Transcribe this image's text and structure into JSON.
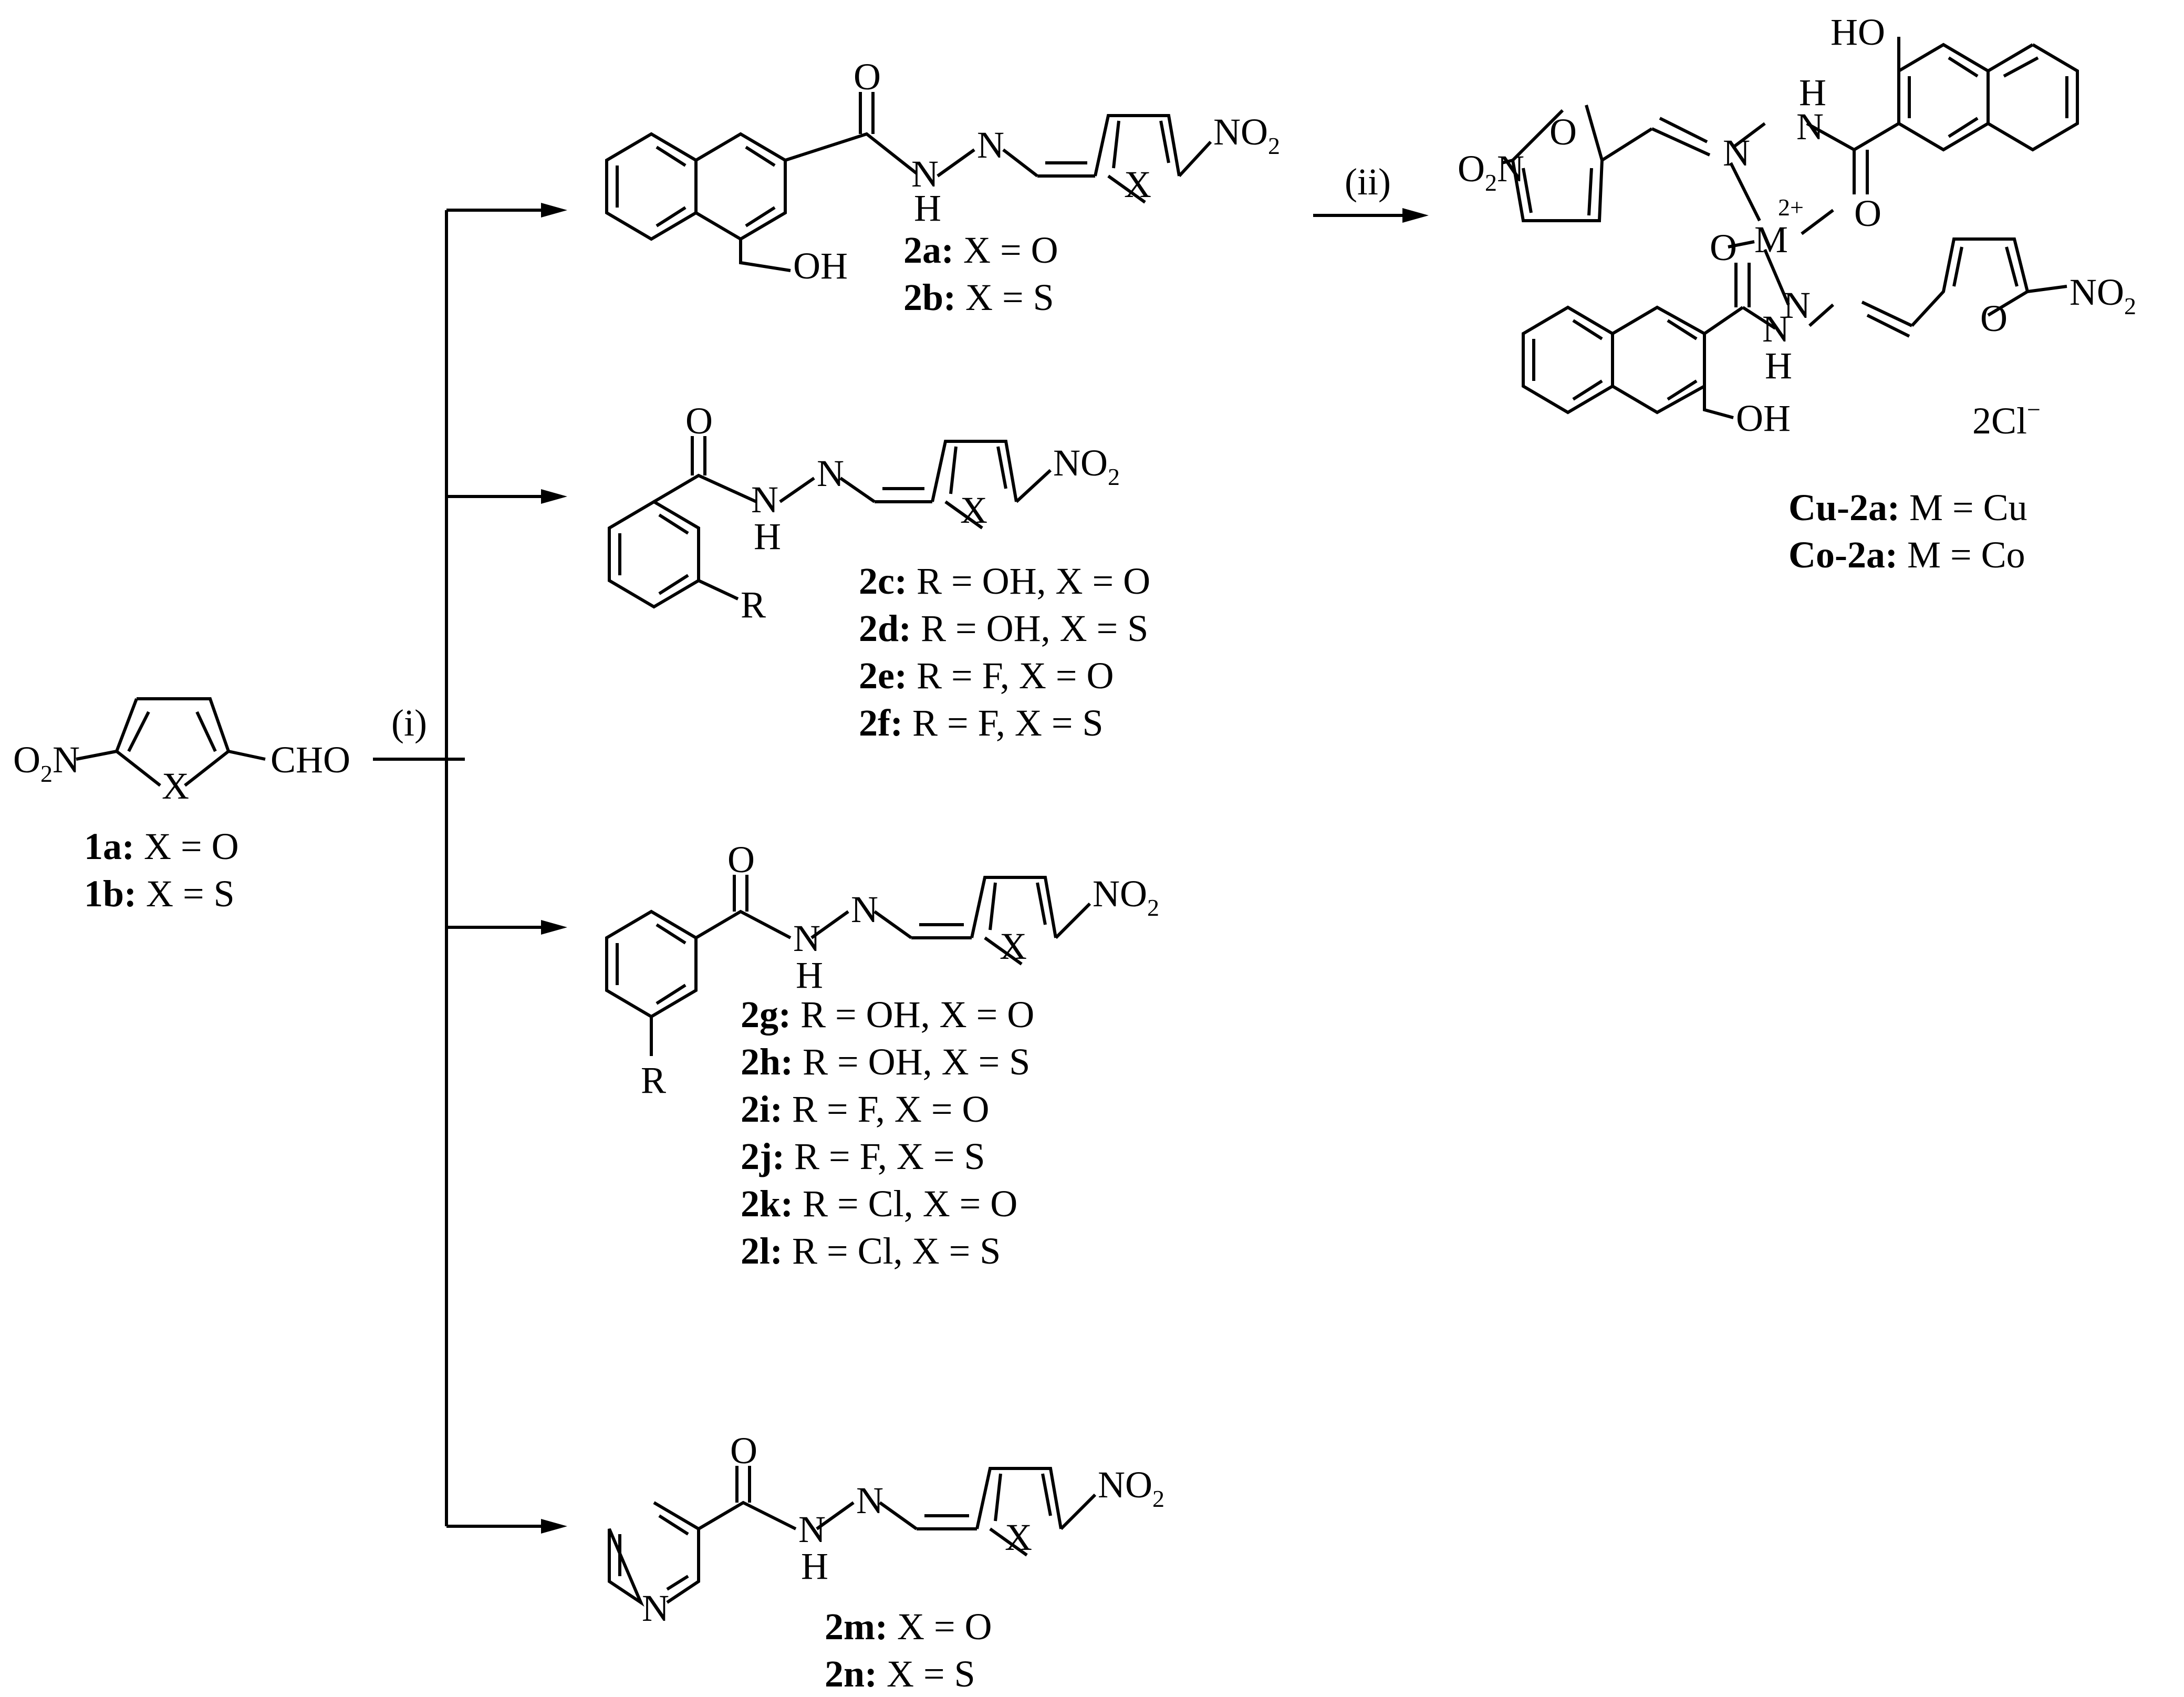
{
  "reagents": {
    "step_i": "(i)",
    "step_ii": "(ii)"
  },
  "atoms": {
    "O": "O",
    "N": "N",
    "H": "H",
    "X": "X",
    "R": "R",
    "M": "M",
    "OH": "OH",
    "HO": "HO",
    "CHO": "CHO",
    "NO": "NO",
    "O_pre": "O",
    "sub2": "2",
    "charge": "2+",
    "counter": "2Cl",
    "minus": "−"
  },
  "labels": {
    "1a": {
      "id": "1a:",
      "text": "X = O"
    },
    "1b": {
      "id": "1b:",
      "text": "X = S"
    },
    "2a": {
      "id": "2a:",
      "text": "X = O"
    },
    "2b": {
      "id": "2b:",
      "text": "X = S"
    },
    "2c": {
      "id": "2c:",
      "text": "R = OH, X = O"
    },
    "2d": {
      "id": "2d:",
      "text": "R = OH, X = S"
    },
    "2e": {
      "id": "2e:",
      "text": "R = F,  X = O"
    },
    "2f": {
      "id": "2f:",
      "text": "R = F,  X = S"
    },
    "2g": {
      "id": "2g:",
      "text": "R = OH, X = O"
    },
    "2h": {
      "id": "2h:",
      "text": "R = OH, X = S"
    },
    "2i": {
      "id": "2i:",
      "text": "R = F,  X = O"
    },
    "2j": {
      "id": "2j:",
      "text": "R = F,  X = S"
    },
    "2k": {
      "id": "2k:",
      "text": "R = Cl, X = O"
    },
    "2l": {
      "id": "2l:",
      "text": "R = Cl, X = S"
    },
    "2m": {
      "id": "2m:",
      "text": "X = O"
    },
    "2n": {
      "id": "2n:",
      "text": "X = S"
    },
    "Cu2a": {
      "id": "Cu-2a:",
      "text": "M = Cu"
    },
    "Co2a": {
      "id": "Co-2a:",
      "text": "M = Co"
    }
  }
}
